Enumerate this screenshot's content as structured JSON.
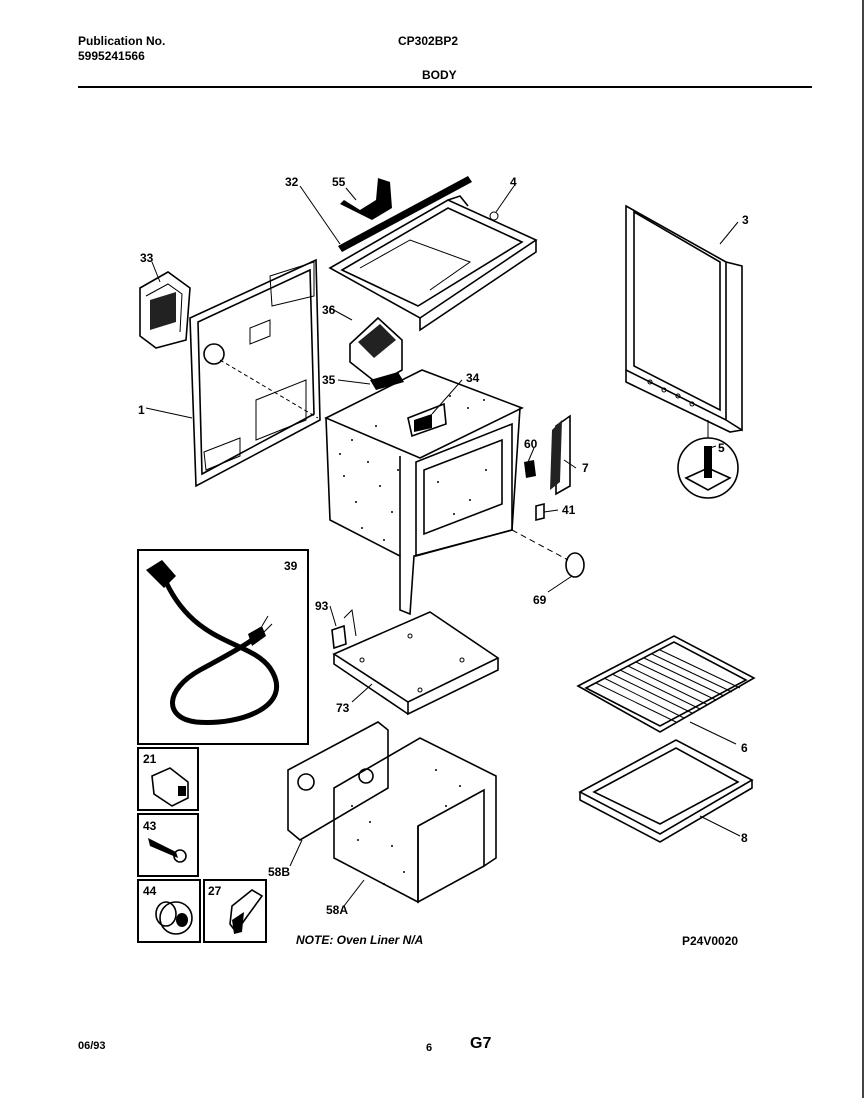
{
  "header": {
    "publication_label": "Publication No.",
    "publication_number": "5995241566",
    "model": "CP302BP2",
    "section": "BODY"
  },
  "parts": [
    {
      "id": "p32",
      "label": "32"
    },
    {
      "id": "p55",
      "label": "55"
    },
    {
      "id": "p4",
      "label": "4"
    },
    {
      "id": "p3",
      "label": "3"
    },
    {
      "id": "p33",
      "label": "33"
    },
    {
      "id": "p36",
      "label": "36"
    },
    {
      "id": "p35",
      "label": "35"
    },
    {
      "id": "p34",
      "label": "34"
    },
    {
      "id": "p1",
      "label": "1"
    },
    {
      "id": "p60",
      "label": "60"
    },
    {
      "id": "p7",
      "label": "7"
    },
    {
      "id": "p5",
      "label": "5"
    },
    {
      "id": "p41",
      "label": "41"
    },
    {
      "id": "p39",
      "label": "39"
    },
    {
      "id": "p69",
      "label": "69"
    },
    {
      "id": "p93",
      "label": "93"
    },
    {
      "id": "p73",
      "label": "73"
    },
    {
      "id": "p6",
      "label": "6"
    },
    {
      "id": "p21",
      "label": "21"
    },
    {
      "id": "p43",
      "label": "43"
    },
    {
      "id": "p58b",
      "label": "58B"
    },
    {
      "id": "p8",
      "label": "8"
    },
    {
      "id": "p44",
      "label": "44"
    },
    {
      "id": "p27",
      "label": "27"
    },
    {
      "id": "p58a",
      "label": "58A"
    }
  ],
  "note": "NOTE: Oven Liner N/A",
  "diagram_code": "P24V0020",
  "footer": {
    "date": "06/93",
    "page": "6",
    "code": "G7"
  }
}
